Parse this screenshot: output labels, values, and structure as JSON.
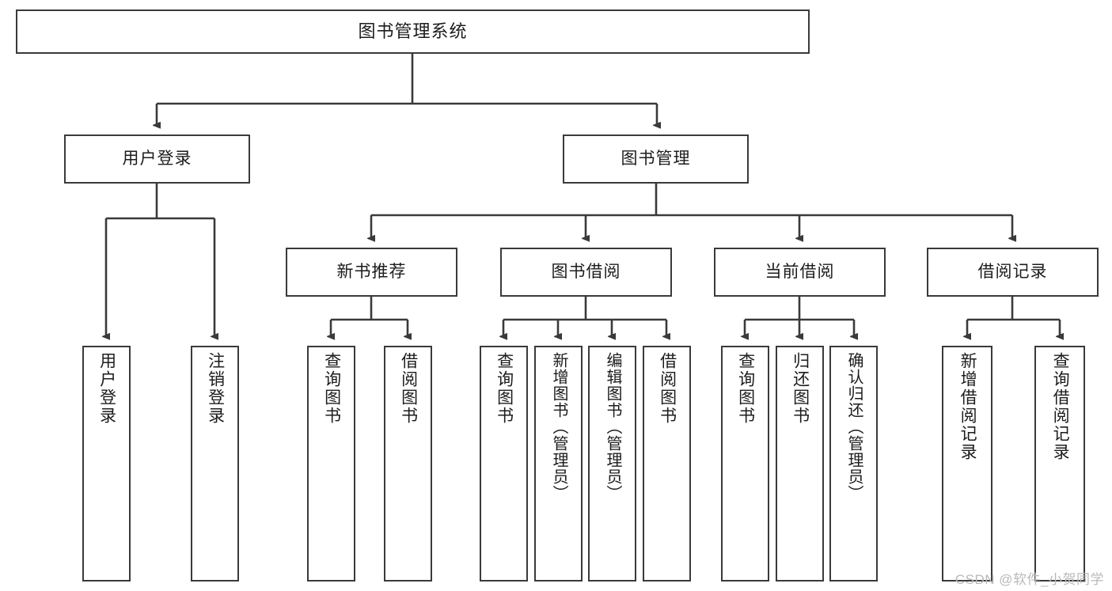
{
  "diagram": {
    "type": "tree",
    "title": "图书管理系统",
    "watermark": "CSDN @软件_小贺同学",
    "colors": {
      "stroke": "#3a3a3a",
      "fill": "#ffffff",
      "text": "#1c1c1c",
      "watermark": "#b9b9b9"
    },
    "root": {
      "label": "图书管理系统"
    },
    "level2": [
      {
        "id": "user-login",
        "label": "用户登录"
      },
      {
        "id": "book-manage",
        "label": "图书管理"
      }
    ],
    "level3": [
      {
        "id": "new-book-rec",
        "label": "新书推荐"
      },
      {
        "id": "book-borrow",
        "label": "图书借阅"
      },
      {
        "id": "current-borrow",
        "label": "当前借阅"
      },
      {
        "id": "borrow-record",
        "label": "借阅记录"
      }
    ],
    "leaves": {
      "user_login": [
        {
          "id": "leaf-user-login",
          "label": "用户登录"
        },
        {
          "id": "leaf-logout",
          "label": "注销登录"
        }
      ],
      "new_book_rec": [
        {
          "id": "leaf-query-book-1",
          "label": "查询图书"
        },
        {
          "id": "leaf-borrow-book-1",
          "label": "借阅图书"
        }
      ],
      "book_borrow": [
        {
          "id": "leaf-query-book-2",
          "label": "查询图书"
        },
        {
          "id": "leaf-add-book",
          "label": "新增图书（管理员）"
        },
        {
          "id": "leaf-edit-book",
          "label": "编辑图书（管理员）"
        },
        {
          "id": "leaf-borrow-book-2",
          "label": "借阅图书"
        }
      ],
      "current_borrow": [
        {
          "id": "leaf-query-book-3",
          "label": "查询图书"
        },
        {
          "id": "leaf-return-book",
          "label": "归还图书"
        },
        {
          "id": "leaf-confirm-return",
          "label": "确认归还（管理员）"
        }
      ],
      "borrow_record": [
        {
          "id": "leaf-add-record",
          "label": "新增借阅记录"
        },
        {
          "id": "leaf-query-record",
          "label": "查询借阅记录"
        }
      ]
    }
  }
}
